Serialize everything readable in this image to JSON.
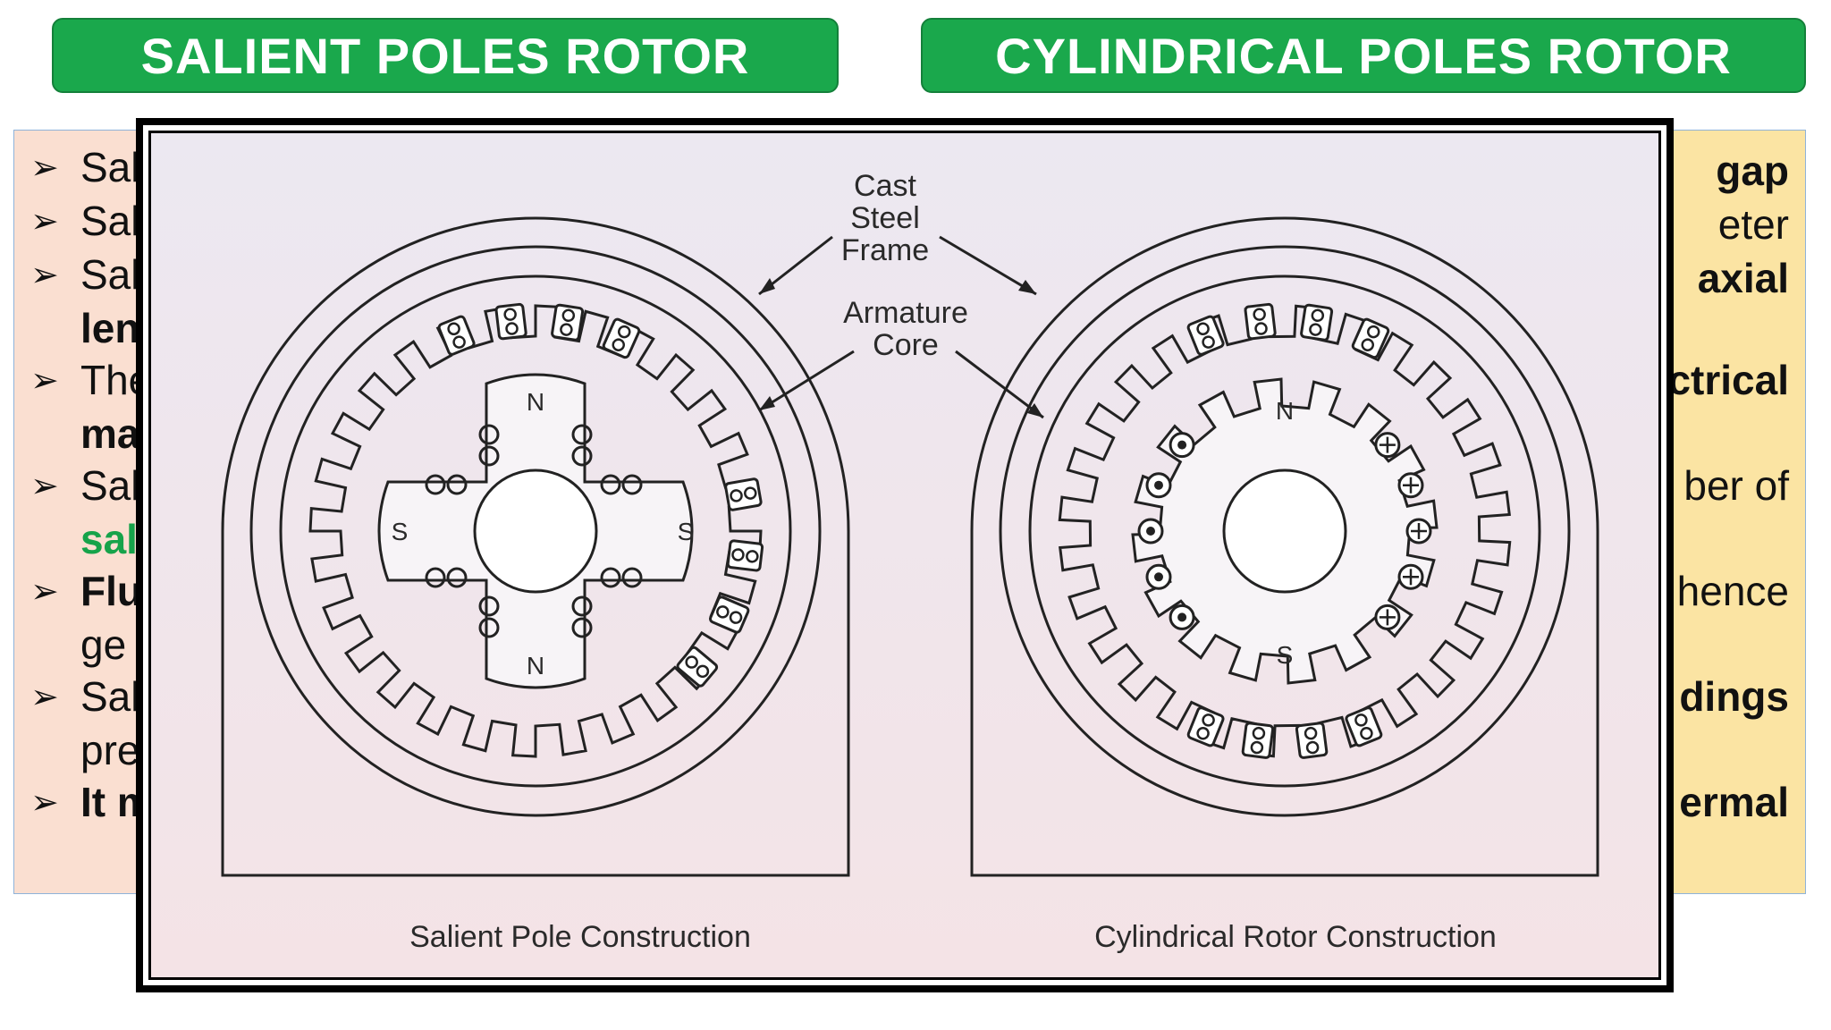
{
  "headers": {
    "left": "SALIENT POLES ROTOR",
    "right": "CYLINDRICAL POLES ROTOR"
  },
  "left_panel": {
    "lines": [
      "Sal",
      "Sal",
      "Sal",
      "len",
      "The",
      "ma",
      "Sal",
      "sal",
      "Flu",
      "ge",
      "Sal",
      "pre",
      "It m"
    ]
  },
  "right_panel": {
    "lines": [
      "gap",
      "eter",
      "axial",
      "ctrical",
      "ber  of",
      "hence",
      "dings",
      "ermal"
    ]
  },
  "figure": {
    "labels": {
      "cast_steel_frame": [
        "Cast",
        "Steel",
        "Frame"
      ],
      "armature_core": [
        "Armature",
        "Core"
      ],
      "caption_left": "Salient Pole Construction",
      "caption_right": "Cylindrical Rotor Construction",
      "pole_n": "N",
      "pole_s": "S"
    }
  },
  "colors": {
    "header_green": "#1aa84c",
    "left_panel_bg": "#fadfd1",
    "right_panel_bg": "#fbe4a3",
    "highlight_green": "#16a34a"
  }
}
